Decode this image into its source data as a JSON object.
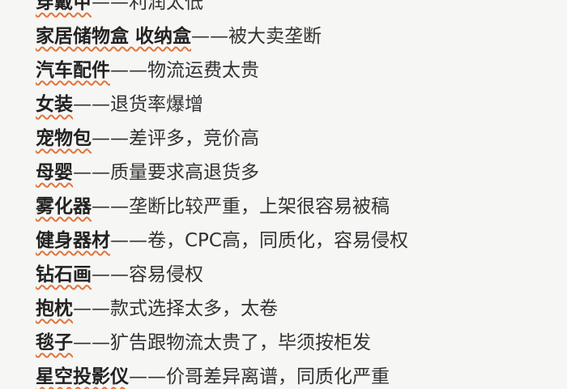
{
  "accent_color": "#e0743a",
  "items": [
    {
      "keyword": "穿戴甲",
      "sep": "——",
      "desc": "利润太低"
    },
    {
      "keyword": "家居储物盒 收纳盒",
      "sep": "——",
      "desc": "被大卖垄断"
    },
    {
      "keyword": "汽车配件",
      "sep": "——",
      "desc": "物流运费太贵"
    },
    {
      "keyword": "女装",
      "sep": "——",
      "desc": "退货率爆增"
    },
    {
      "keyword": "宠物包",
      "sep": "——",
      "desc": "差评多，竞价高"
    },
    {
      "keyword": "母婴",
      "sep": "——",
      "desc": "质量要求高退货多"
    },
    {
      "keyword": "雾化器",
      "sep": "——",
      "desc": "垄断比较严重，上架很容易被稿"
    },
    {
      "keyword": "健身器材",
      "sep": "——",
      "desc": "卷，CPC高，同质化，容易侵权"
    },
    {
      "keyword": "钻石画",
      "sep": "——",
      "desc": "容易侵权"
    },
    {
      "keyword": "抱枕",
      "sep": "——",
      "desc": "款式选择太多，太卷"
    },
    {
      "keyword": "毯子",
      "sep": "——",
      "desc": "犷告跟物流太贵了，毕须按柜发"
    },
    {
      "keyword": "星空投影仪",
      "sep": "——",
      "desc": "价哥差异离谱，同质化严重"
    }
  ]
}
